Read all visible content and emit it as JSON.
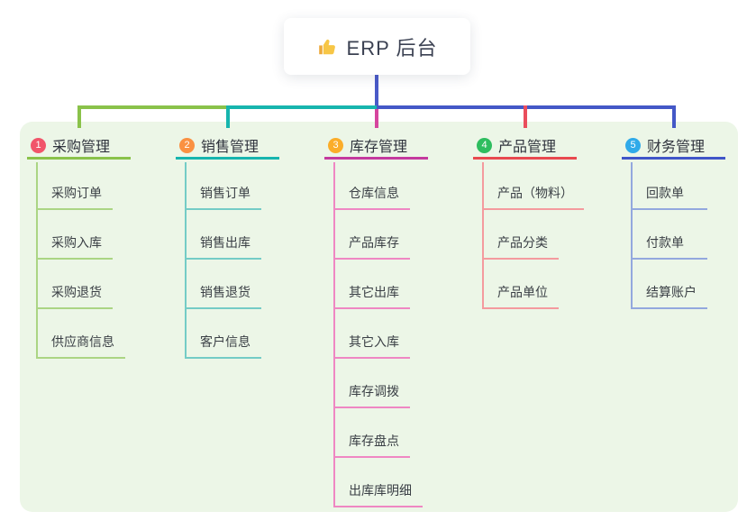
{
  "root": {
    "title": "ERP 后台",
    "icon": "thumbs-up-icon",
    "icon_color": "#f7c646",
    "icon_shadow_color": "#eda93b",
    "connector_color": "#4a5ac8"
  },
  "panel": {
    "background": "#ecf6e7"
  },
  "branches": [
    {
      "num": "1",
      "label": "采购管理",
      "badge_color": "#f1556a",
      "line_color": "#8ac24a",
      "drop_color": "#8ac24a",
      "child_line_color": "#abd584",
      "children": [
        "采购订单",
        "采购入库",
        "采购退货",
        "供应商信息"
      ]
    },
    {
      "num": "2",
      "label": "销售管理",
      "badge_color": "#fa9142",
      "line_color": "#17b5ae",
      "drop_color": "#17b5ae",
      "child_line_color": "#74ccc6",
      "children": [
        "销售订单",
        "销售出库",
        "销售退货",
        "客户信息"
      ]
    },
    {
      "num": "3",
      "label": "库存管理",
      "badge_color": "#fbad29",
      "line_color": "#c43a9e",
      "drop_color": "#d6459e",
      "child_line_color": "#ef87c3",
      "children": [
        "仓库信息",
        "产品库存",
        "其它出库",
        "其它入库",
        "库存调拨",
        "库存盘点",
        "出库库明细"
      ]
    },
    {
      "num": "4",
      "label": "产品管理",
      "badge_color": "#2ebd5f",
      "line_color": "#e8494f",
      "drop_color": "#ea4d5c",
      "child_line_color": "#f49a9e",
      "children": [
        "产品（物料）",
        "产品分类",
        "产品单位"
      ]
    },
    {
      "num": "5",
      "label": "财务管理",
      "badge_color": "#30aae9",
      "line_color": "#4055c8",
      "drop_color": "#4458c7",
      "child_line_color": "#93a8de",
      "children": [
        "回款单",
        "付款单",
        "结算账户"
      ]
    }
  ]
}
